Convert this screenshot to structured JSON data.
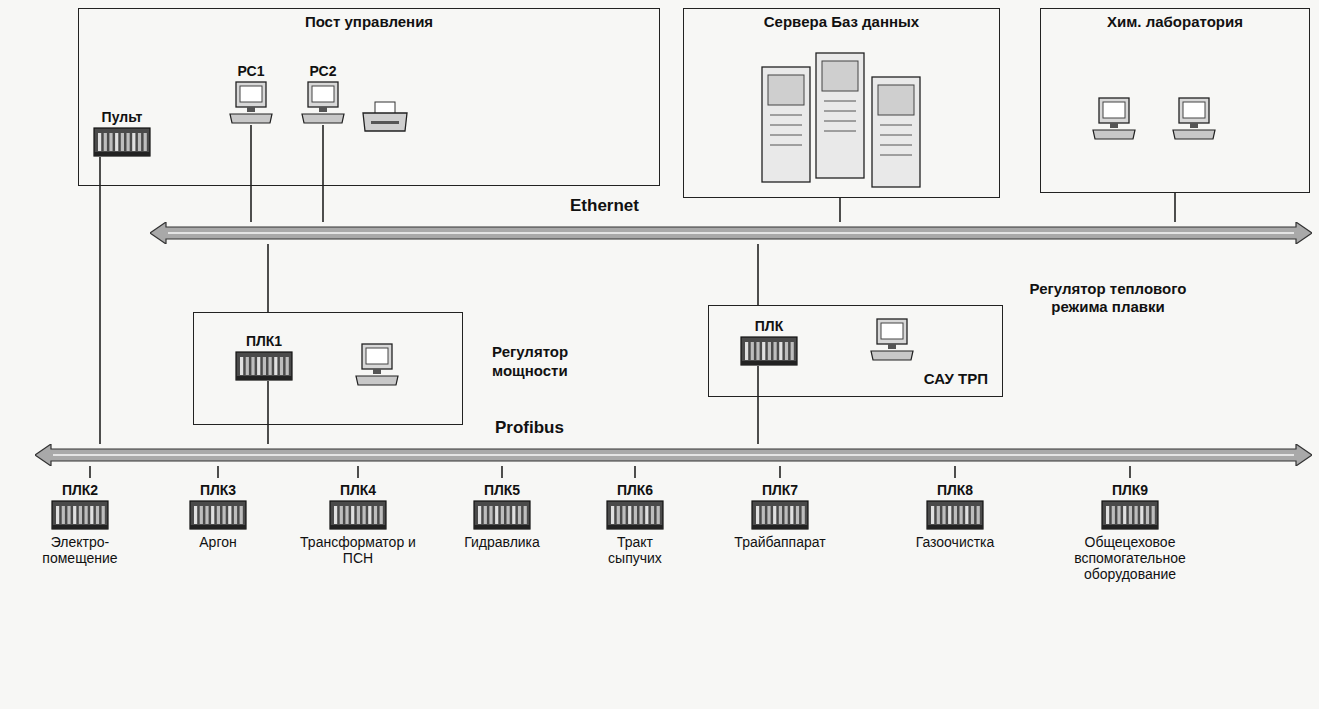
{
  "diagram": {
    "nodes": [
      {
        "text": [
          "Пост управления"
        ]
      },
      {
        "text": [
          "Пульт"
        ],
        "in": 0
      },
      {
        "text": [
          "РС1"
        ],
        "in": 0
      },
      {
        "text": [
          "РС2"
        ],
        "in": 0
      },
      {
        "text": [
          "Сервера Баз данных"
        ]
      },
      {
        "text": [
          "Хим. лаборатория"
        ]
      },
      {
        "text": [
          "Ethernet"
        ]
      },
      {
        "text": [
          "Регулятор мощности"
        ]
      },
      {
        "text": [
          "ПЛК1"
        ],
        "in": 7
      },
      {
        "text": [
          "САУ ТРП"
        ]
      },
      {
        "text": [
          "ПЛК"
        ],
        "in": 9
      },
      {
        "text": [
          "Profibus"
        ]
      },
      {
        "text": [
          "ПЛК2",
          "Электро- помещение"
        ]
      },
      {
        "text": [
          "ПЛК3",
          "Аргон"
        ]
      },
      {
        "text": [
          "ПЛК4",
          "Трансформатор и ПСН"
        ]
      },
      {
        "text": [
          "ПЛК5",
          "Гидравлика"
        ]
      },
      {
        "text": [
          "ПЛК6",
          "Тракт сыпучих"
        ]
      },
      {
        "text": [
          "ПЛК7",
          "Трайбаппарат"
        ]
      },
      {
        "text": [
          "ПЛК8",
          "Газоочистка"
        ]
      },
      {
        "text": [
          "ПЛК9",
          "Общецеховое вспомогательное оборудование"
        ]
      }
    ],
    "edges": [
      {
        "from": 1,
        "to": 11,
        "arrow": "none"
      },
      {
        "from": 2,
        "to": 6,
        "arrow": "none"
      },
      {
        "from": 3,
        "to": 6,
        "arrow": "none"
      },
      {
        "from": 4,
        "to": 6,
        "arrow": "none"
      },
      {
        "from": 5,
        "to": 6,
        "arrow": "none"
      },
      {
        "from": 6,
        "to": 7,
        "arrow": "none"
      },
      {
        "from": 8,
        "to": 11,
        "arrow": "none"
      },
      {
        "from": 6,
        "to": 9,
        "arrow": "none"
      },
      {
        "from": 10,
        "to": 11,
        "arrow": "none"
      },
      {
        "from": 11,
        "to": 12,
        "arrow": "none"
      },
      {
        "from": 11,
        "to": 13,
        "arrow": "none"
      },
      {
        "from": 11,
        "to": 14,
        "arrow": "none"
      },
      {
        "from": 11,
        "to": 15,
        "arrow": "none"
      },
      {
        "from": 11,
        "to": 16,
        "arrow": "none"
      },
      {
        "from": 11,
        "to": 17,
        "arrow": "none"
      },
      {
        "from": 11,
        "to": 18,
        "arrow": "none"
      },
      {
        "from": 11,
        "to": 19,
        "arrow": "none"
      }
    ],
    "labels": [
      "Регулятор теплового режима плавки"
    ]
  }
}
